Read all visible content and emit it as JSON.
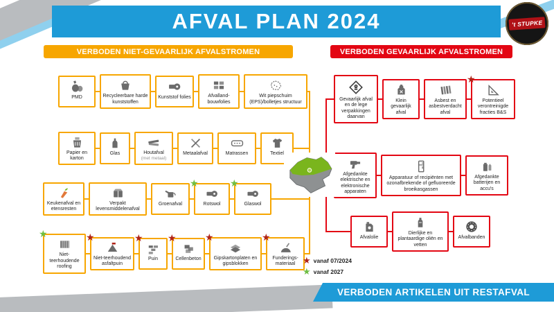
{
  "title": "AFVAL PLAN 2024",
  "logo_text": "'t STUPKE",
  "glyphs": {
    "star": "★"
  },
  "colors": {
    "blue": "#1E9BD7",
    "orange": "#F7A600",
    "red": "#E30613",
    "star_red": "#B02418",
    "star_green": "#6FBE44",
    "map_green": "#7AB51D",
    "map_gray": "#8E9192"
  },
  "left": {
    "title": "VERBODEN NIET-GEVAARLIJK AFVALSTROMEN",
    "rows": [
      [
        {
          "label": "PMD"
        },
        {
          "label": "Recycleerbare harde kunststoffen"
        },
        {
          "label": "Kunststof folies"
        },
        {
          "label": "Afvalland-bouwfolies"
        },
        {
          "label": "Wit piepschuim (EPS)/bolletjes structuur"
        }
      ],
      [
        {
          "label": "Papier en karton"
        },
        {
          "label": "Glas"
        },
        {
          "label": "Houtafval",
          "sub": "(met metaal)"
        },
        {
          "label": "Metaalafval"
        },
        {
          "label": "Matrassen"
        },
        {
          "label": "Textiel"
        }
      ],
      [
        {
          "label": "Keukenafval en etensresten"
        },
        {
          "label": "Verpakt levensmiddelenafval"
        },
        {
          "label": "Groenafval"
        },
        {
          "label": "Rotswol",
          "star": "green"
        },
        {
          "label": "Glaswol",
          "star": "green"
        }
      ],
      [
        {
          "label": "Niet-teerhoudende roofing",
          "star": "green"
        },
        {
          "label": "Niet-teerhoudend asfaltpuin",
          "star": "red"
        },
        {
          "label": "Puin",
          "star": "red"
        },
        {
          "label": "Cellenbeton",
          "star": "red"
        },
        {
          "label": "Gipskartonplaten en gipsblokken",
          "star": "red"
        },
        {
          "label": "Funderings-materiaal",
          "star": "red"
        }
      ]
    ]
  },
  "right": {
    "title": "VERBODEN GEVAARLIJK AFVALSTROMEN",
    "rows": [
      [
        {
          "label": "Gevaarlijk afval en de lege verpakkingen daarvan"
        },
        {
          "label": "Klein gevaarlijk afval"
        },
        {
          "label": "Asbest en asbestverdacht afval"
        },
        {
          "label": "Potentieel verontreinigde fracties B&S",
          "star": "red"
        }
      ],
      [
        {
          "label": "Afgedankte elektrische en elektronische apparaten"
        },
        {
          "label": "Apparatuur of recipiënten met ozonafbrekende of gefluoreerde broeikasgassen"
        },
        {
          "label": "Afgedankte batterijen en accu's"
        }
      ],
      [
        {
          "label": "Afvalolie"
        },
        {
          "label": "Dierlijke en plantaardige oliën en vetten"
        },
        {
          "label": "Afvalbanden"
        }
      ]
    ]
  },
  "legend": {
    "items": [
      {
        "star": "red",
        "label": "vanaf 07/2024"
      },
      {
        "star": "green",
        "label": "vanaf 2027"
      }
    ]
  },
  "footer": {
    "title": "VERBODEN ARTIKELEN UIT RESTAFVAL"
  }
}
